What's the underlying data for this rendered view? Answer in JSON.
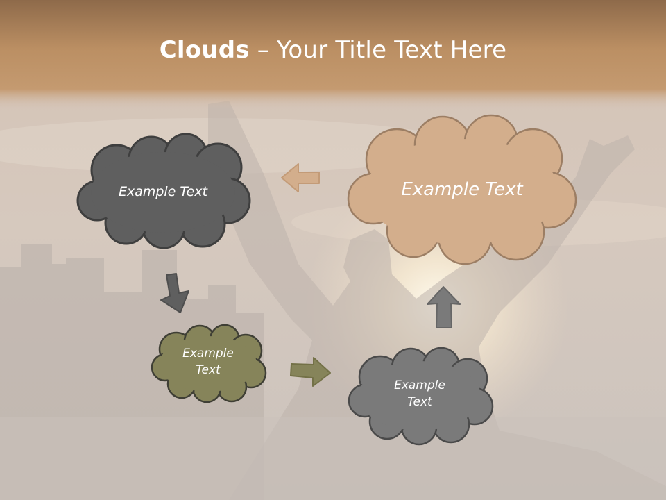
{
  "title": {
    "bold": "Clouds",
    "separator": " – ",
    "rest": "Your Title Text Here"
  },
  "clouds": [
    {
      "id": "top-left",
      "line1": "Example Text",
      "line2": "",
      "fill": "#5f5f5f",
      "text_color": "#ffffff"
    },
    {
      "id": "top-right",
      "line1": "Example Text",
      "line2": "",
      "fill": "#d3ae8c",
      "text_color": "#ffffff"
    },
    {
      "id": "bottom-left",
      "line1": "Example",
      "line2": "Text",
      "fill": "#86845a",
      "text_color": "#ffffff"
    },
    {
      "id": "bottom-right",
      "line1": "Example",
      "line2": "Text",
      "fill": "#7a7a7a",
      "text_color": "#ffffff"
    }
  ],
  "arrows": [
    {
      "id": "left",
      "direction": "left",
      "color": "#d3ae8c"
    },
    {
      "id": "down-right",
      "direction": "down-right",
      "color": "#5f5f5f"
    },
    {
      "id": "right",
      "direction": "right",
      "color": "#86845a"
    },
    {
      "id": "up",
      "direction": "up",
      "color": "#7a7a7a"
    }
  ],
  "colors": {
    "banner": "#b88a5e",
    "background": "#cfc6c0",
    "sun": "#fff6dc"
  }
}
